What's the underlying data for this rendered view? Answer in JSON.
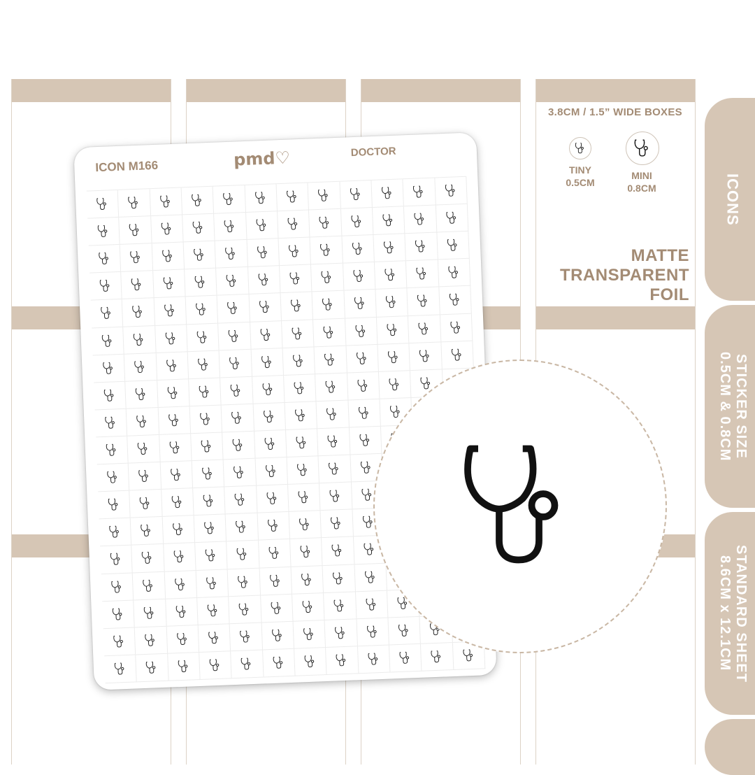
{
  "sheet": {
    "code": "ICON M166",
    "brand": "pmd♡",
    "name": "DOCTOR",
    "icon": "stethoscope-icon",
    "columns": 12,
    "rows": 18
  },
  "info": {
    "width_note": "3.8CM / 1.5” WIDE BOXES",
    "tiny": "TINY\n0.5CM",
    "mini": "MINI\n0.8CM",
    "finish": "MATTE\nTRANSPARENT\nFOIL"
  },
  "tabs": {
    "icons": "ICONS",
    "sticker_size": "STICKER SIZE\n0.5CM & 0.8CM",
    "standard_sheet": "STANDARD SHEET\n8.6CM x 12.1CM"
  },
  "colors": {
    "accent": "#a38b74",
    "band": "#d6c6b5",
    "dashed": "#c9b7a4"
  }
}
